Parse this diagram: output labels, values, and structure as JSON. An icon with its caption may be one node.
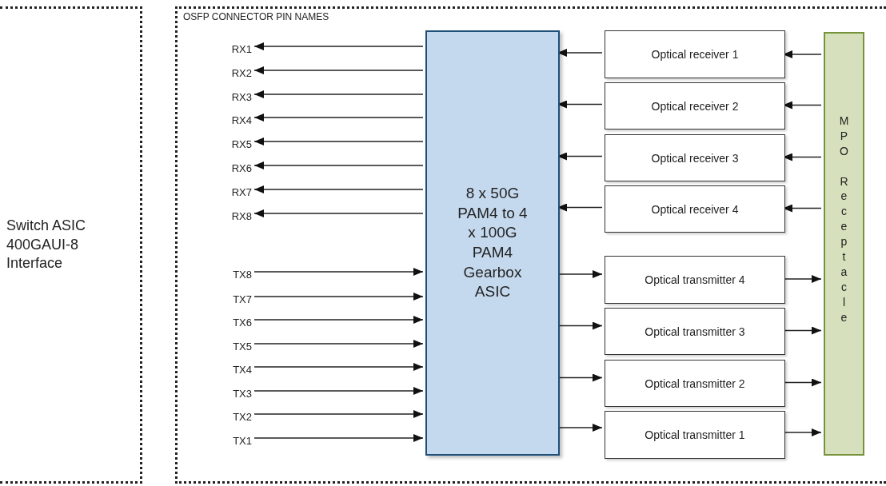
{
  "diagram": {
    "nodes": [
      {
        "text": [
          "Switch ASIC 400GAUI-8 Interface"
        ]
      },
      {
        "text": [
          "OSFP CONNECTOR PIN NAMES"
        ]
      },
      {
        "text": [
          "RX1"
        ],
        "in": 1
      },
      {
        "text": [
          "RX2"
        ],
        "in": 1
      },
      {
        "text": [
          "RX3"
        ],
        "in": 1
      },
      {
        "text": [
          "RX4"
        ],
        "in": 1
      },
      {
        "text": [
          "RX5"
        ],
        "in": 1
      },
      {
        "text": [
          "RX6"
        ],
        "in": 1
      },
      {
        "text": [
          "RX7"
        ],
        "in": 1
      },
      {
        "text": [
          "RX8"
        ],
        "in": 1
      },
      {
        "text": [
          "TX8"
        ],
        "in": 1
      },
      {
        "text": [
          "TX7"
        ],
        "in": 1
      },
      {
        "text": [
          "TX6"
        ],
        "in": 1
      },
      {
        "text": [
          "TX5"
        ],
        "in": 1
      },
      {
        "text": [
          "TX4"
        ],
        "in": 1
      },
      {
        "text": [
          "TX3"
        ],
        "in": 1
      },
      {
        "text": [
          "TX2"
        ],
        "in": 1
      },
      {
        "text": [
          "TX1"
        ],
        "in": 1
      },
      {
        "text": [
          "8 x 50G PAM4 to 4 x 100G PAM4 Gearbox ASIC"
        ],
        "in": 1
      },
      {
        "text": [
          "Optical receiver 1"
        ],
        "in": 1
      },
      {
        "text": [
          "Optical receiver 2"
        ],
        "in": 1
      },
      {
        "text": [
          "Optical receiver 3"
        ],
        "in": 1
      },
      {
        "text": [
          "Optical receiver 4"
        ],
        "in": 1
      },
      {
        "text": [
          "Optical transmitter 4"
        ],
        "in": 1
      },
      {
        "text": [
          "Optical transmitter 3"
        ],
        "in": 1
      },
      {
        "text": [
          "Optical transmitter 2"
        ],
        "in": 1
      },
      {
        "text": [
          "Optical transmitter 1"
        ],
        "in": 1
      },
      {
        "text": [
          "MPO Receptacle"
        ],
        "in": 1
      }
    ],
    "edges": [
      {
        "from": 18,
        "to": 2,
        "arrow": "to"
      },
      {
        "from": 18,
        "to": 3,
        "arrow": "to"
      },
      {
        "from": 18,
        "to": 4,
        "arrow": "to"
      },
      {
        "from": 18,
        "to": 5,
        "arrow": "to"
      },
      {
        "from": 18,
        "to": 6,
        "arrow": "to"
      },
      {
        "from": 18,
        "to": 7,
        "arrow": "to"
      },
      {
        "from": 18,
        "to": 8,
        "arrow": "to"
      },
      {
        "from": 18,
        "to": 9,
        "arrow": "to"
      },
      {
        "from": 10,
        "to": 18,
        "arrow": "to"
      },
      {
        "from": 11,
        "to": 18,
        "arrow": "to"
      },
      {
        "from": 12,
        "to": 18,
        "arrow": "to"
      },
      {
        "from": 13,
        "to": 18,
        "arrow": "to"
      },
      {
        "from": 14,
        "to": 18,
        "arrow": "to"
      },
      {
        "from": 15,
        "to": 18,
        "arrow": "to"
      },
      {
        "from": 16,
        "to": 18,
        "arrow": "to"
      },
      {
        "from": 17,
        "to": 18,
        "arrow": "to"
      },
      {
        "from": 19,
        "to": 18,
        "arrow": "to"
      },
      {
        "from": 20,
        "to": 18,
        "arrow": "to"
      },
      {
        "from": 21,
        "to": 18,
        "arrow": "to"
      },
      {
        "from": 22,
        "to": 18,
        "arrow": "to"
      },
      {
        "from": 27,
        "to": 19,
        "arrow": "to"
      },
      {
        "from": 27,
        "to": 20,
        "arrow": "to"
      },
      {
        "from": 27,
        "to": 21,
        "arrow": "to"
      },
      {
        "from": 27,
        "to": 22,
        "arrow": "to"
      },
      {
        "from": 18,
        "to": 23,
        "arrow": "to"
      },
      {
        "from": 18,
        "to": 24,
        "arrow": "to"
      },
      {
        "from": 18,
        "to": 25,
        "arrow": "to"
      },
      {
        "from": 18,
        "to": 26,
        "arrow": "to"
      },
      {
        "from": 23,
        "to": 27,
        "arrow": "to"
      },
      {
        "from": 24,
        "to": 27,
        "arrow": "to"
      },
      {
        "from": 25,
        "to": 27,
        "arrow": "to"
      },
      {
        "from": 26,
        "to": 27,
        "arrow": "to"
      }
    ]
  }
}
